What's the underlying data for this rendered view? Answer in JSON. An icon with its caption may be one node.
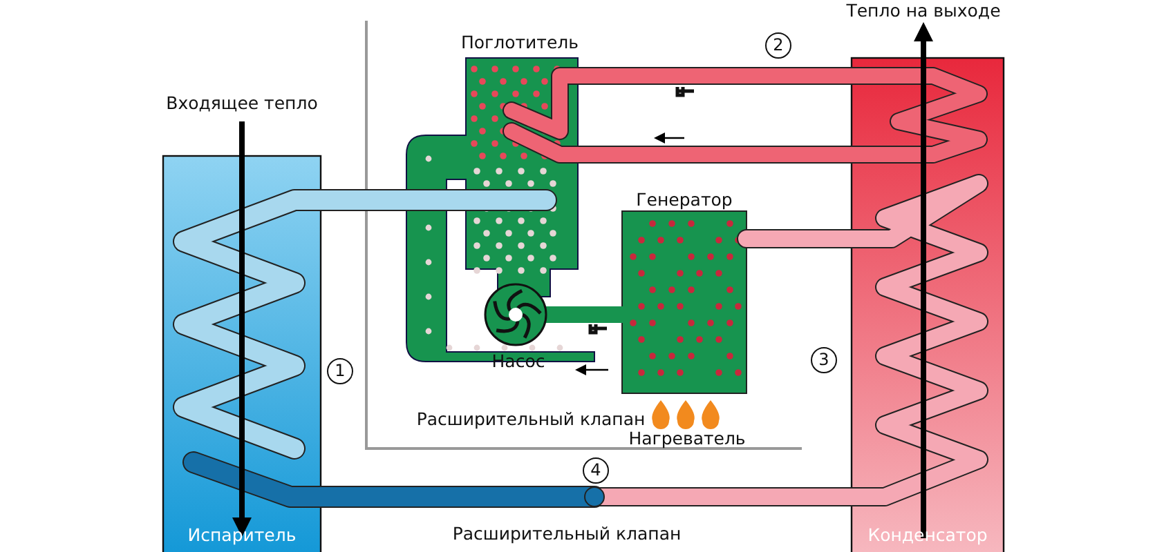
{
  "diagram": {
    "labels": [
      "Тепло на выходе",
      "Поглотитель",
      "2",
      "Входящее тепло",
      "Генератор",
      "1",
      "Насос",
      "3",
      "Расширительный клапан",
      "Нагреватель",
      "4",
      "Испаритель",
      "Расширительный клапан",
      "Конденсатор"
    ]
  }
}
